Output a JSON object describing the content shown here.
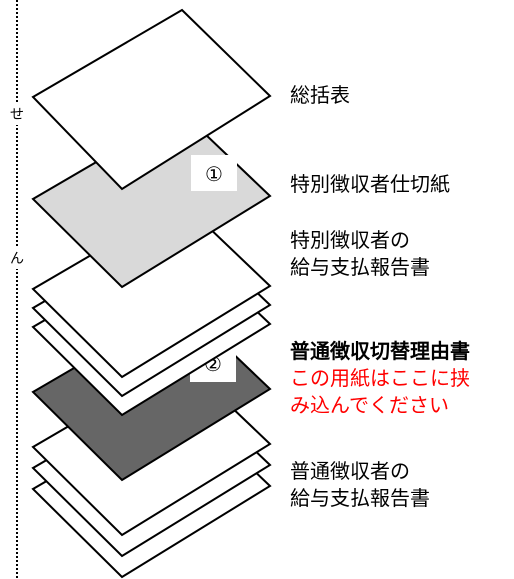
{
  "margin_labels": {
    "top": "せ",
    "bottom": "ん"
  },
  "badges": {
    "first": "①",
    "second": "②"
  },
  "labels": {
    "summary": "総括表",
    "special_divider": "特別徴収者仕切紙",
    "special_report": [
      "特別徴収者の",
      "給与支払報告書"
    ],
    "ordinary_reason": "普通徴収切替理由書",
    "insert_note": [
      "この用紙はここに挟",
      "み込んでください"
    ],
    "ordinary_report": [
      "普通徴収者の",
      "給与支払報告書"
    ]
  },
  "colors": {
    "light_sheet": "#d9d9d9",
    "dark_sheet": "#666666",
    "note_red": "#ff0000"
  }
}
